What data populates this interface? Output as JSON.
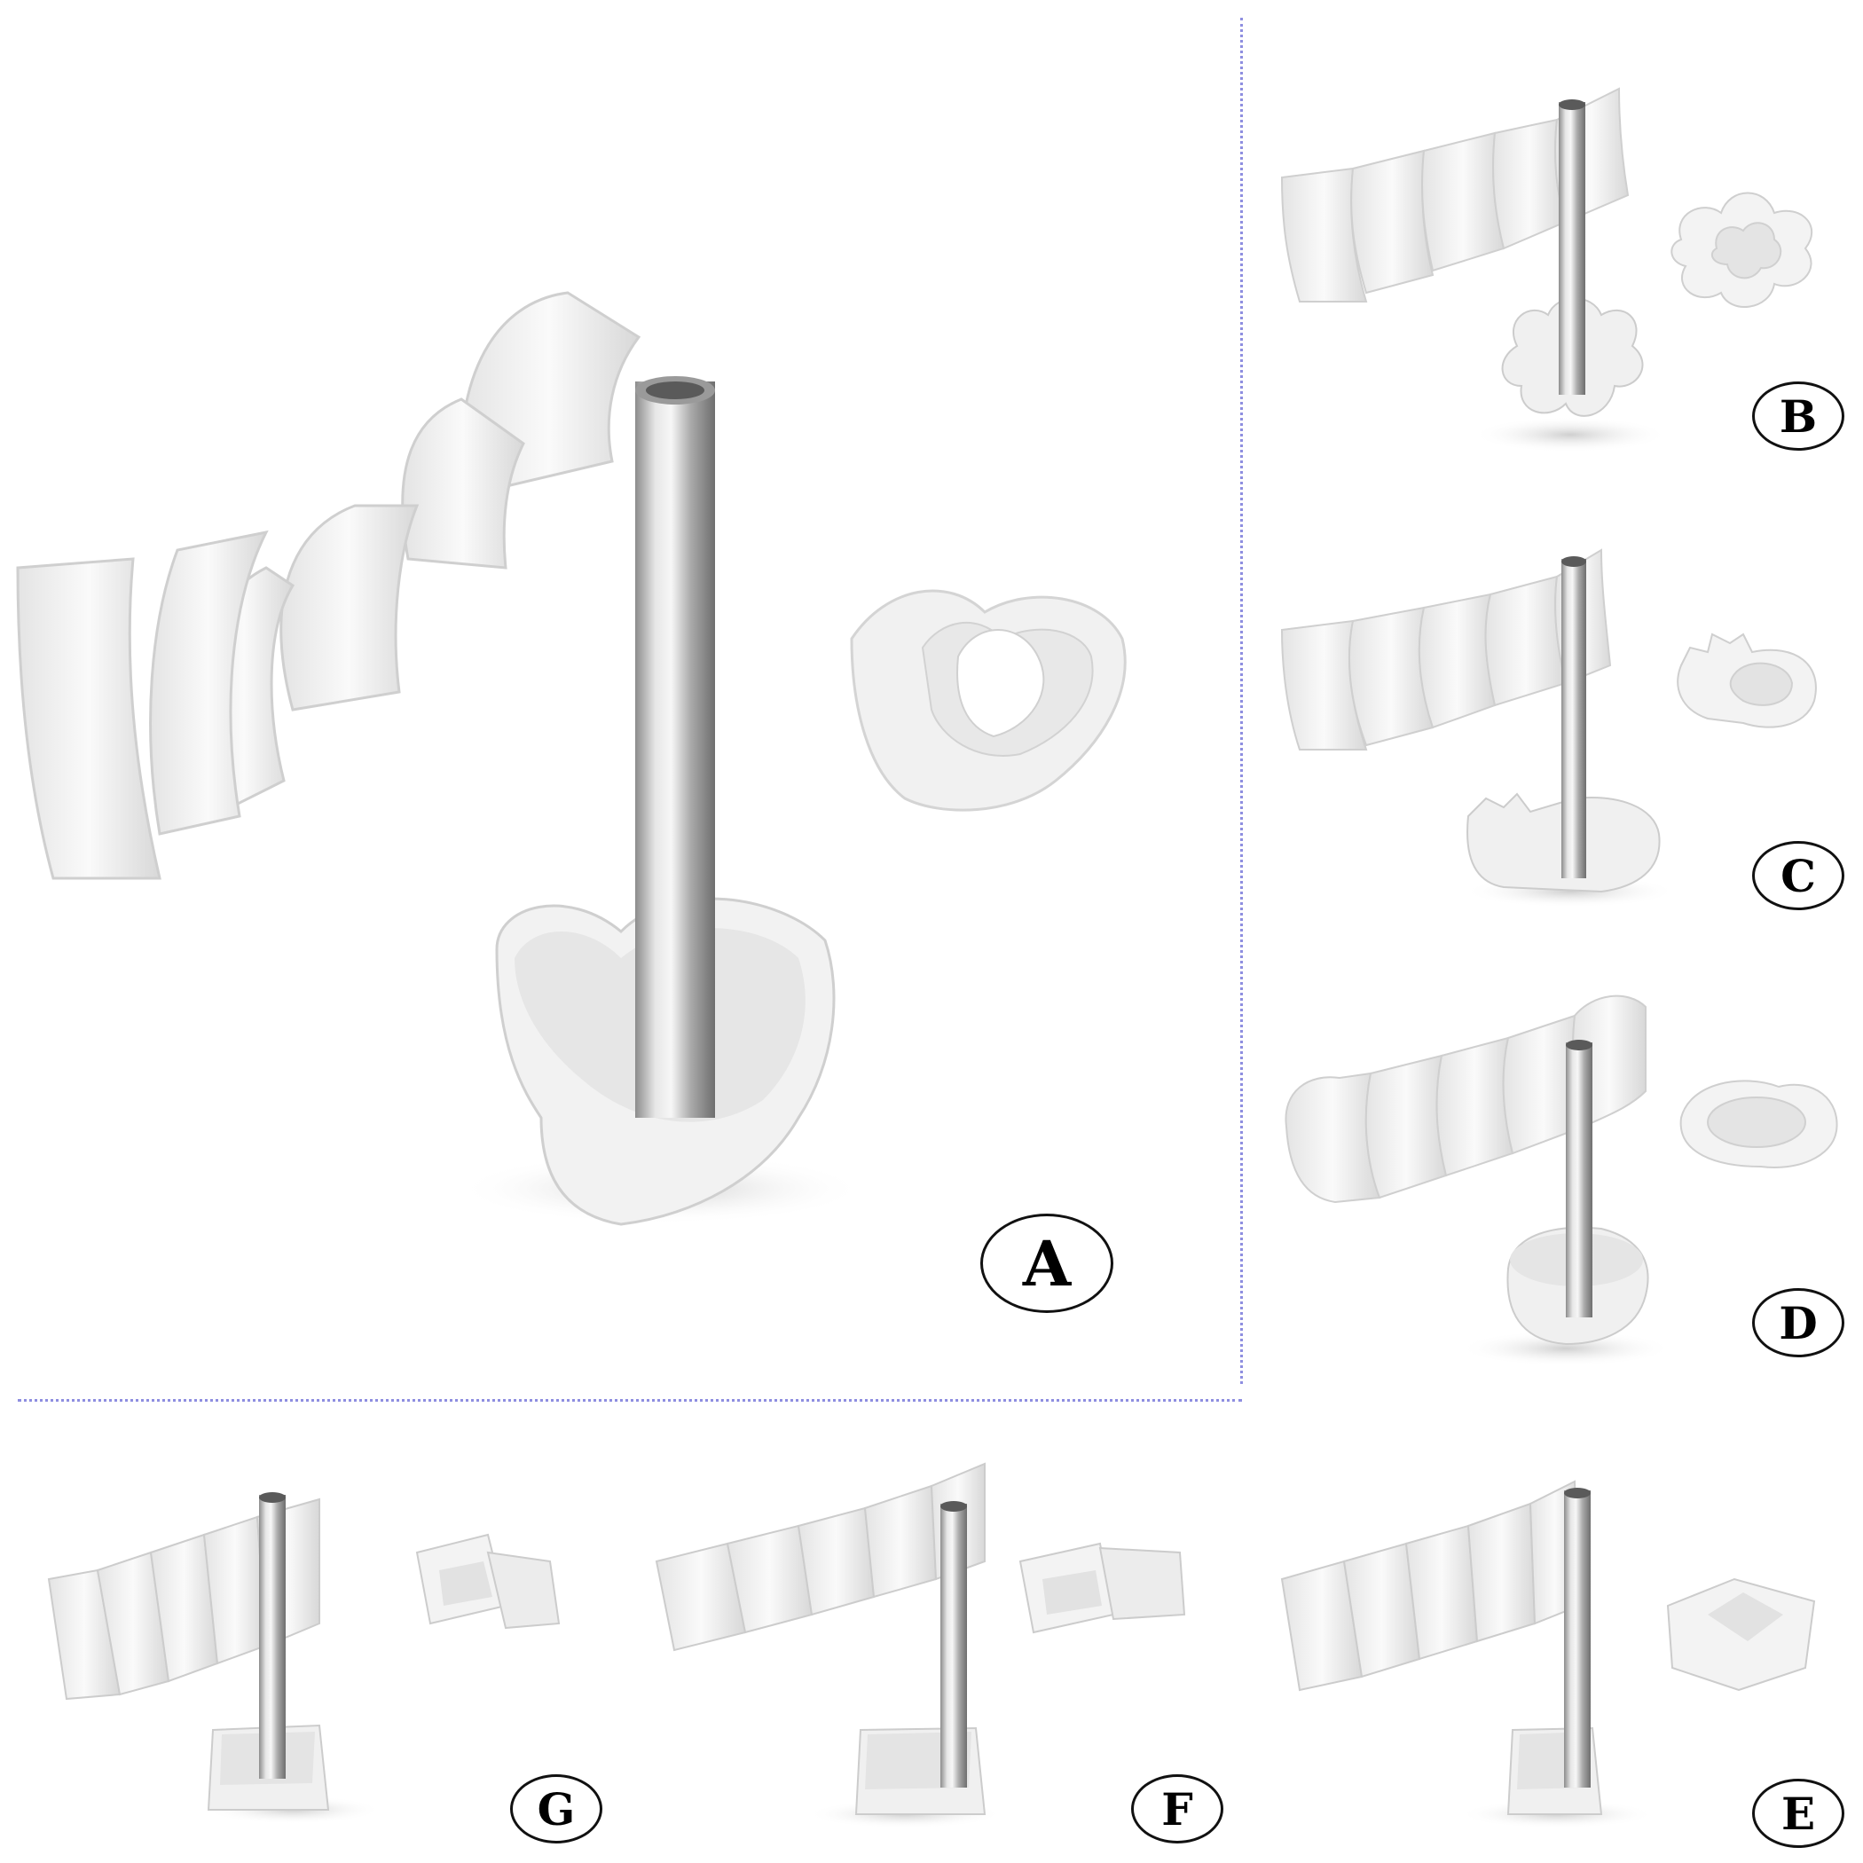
{
  "panels": [
    {
      "id": "A",
      "label": "A",
      "shape": "heart"
    },
    {
      "id": "B",
      "label": "B",
      "shape": "flower"
    },
    {
      "id": "C",
      "label": "C",
      "shape": "pineapple"
    },
    {
      "id": "D",
      "label": "D",
      "shape": "oval"
    },
    {
      "id": "E",
      "label": "E",
      "shape": "square"
    },
    {
      "id": "F",
      "label": "F",
      "shape": "rectangle"
    },
    {
      "id": "G",
      "label": "G",
      "shape": "rectangle"
    }
  ],
  "colors": {
    "divider": "#8e8ee0",
    "mold_white": "#f4f4f4",
    "mold_shade": "#dcdcdc",
    "steel": "#b8b8b8"
  }
}
